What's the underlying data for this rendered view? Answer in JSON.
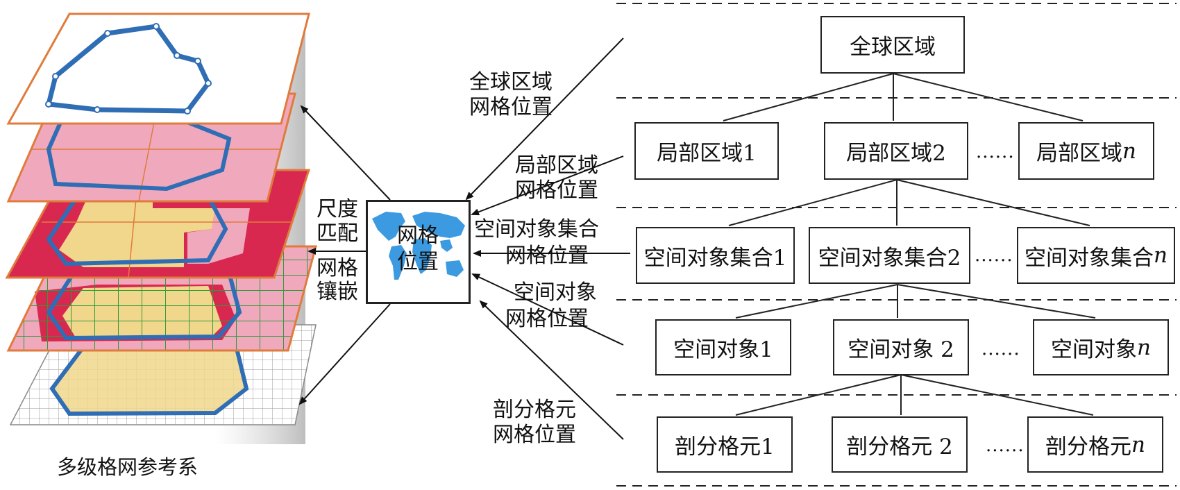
{
  "grid_box": {
    "line1": "网格",
    "line2": "位置"
  },
  "left_side": {
    "stack_caption": "多级格网参考系",
    "scale_match": [
      "尺度",
      "匹配"
    ],
    "grid_mosaic": [
      "网格",
      "镶嵌"
    ]
  },
  "mid_labels": {
    "global": [
      "全球区域",
      "网格位置"
    ],
    "local": [
      "局部区域",
      "网格位置"
    ],
    "objset": [
      "空间对象集合",
      "网格位置"
    ],
    "object": [
      "空间对象",
      "网格位置"
    ],
    "cell": [
      "剖分格元",
      "网格位置"
    ]
  },
  "tree": {
    "root": "全球区域",
    "level1": {
      "a": "局部区域1",
      "b": "局部区域2",
      "c_prefix": "局部区域",
      "c_suffix": "n"
    },
    "level2": {
      "a": "空间对象集合1",
      "b": "空间对象集合2",
      "c_prefix": "空间对象集合",
      "c_suffix": "n"
    },
    "level3": {
      "a": "空间对象1",
      "b": "空间对象 2",
      "c_prefix": "空间对象",
      "c_suffix": "n"
    },
    "level4": {
      "a": "剖分格元1",
      "b": "剖分格元 2",
      "c_prefix": "剖分格元",
      "c_suffix": "n"
    },
    "ellipsis": "......"
  },
  "colors": {
    "layer_border": "#e07b3c",
    "outline_blue": "#2f6db5",
    "pink": "#f0a8bd",
    "red": "#d9284f",
    "yellow": "#f0d78c",
    "green_grid": "#2e9a3a",
    "map_blue": "#3c9be0"
  }
}
